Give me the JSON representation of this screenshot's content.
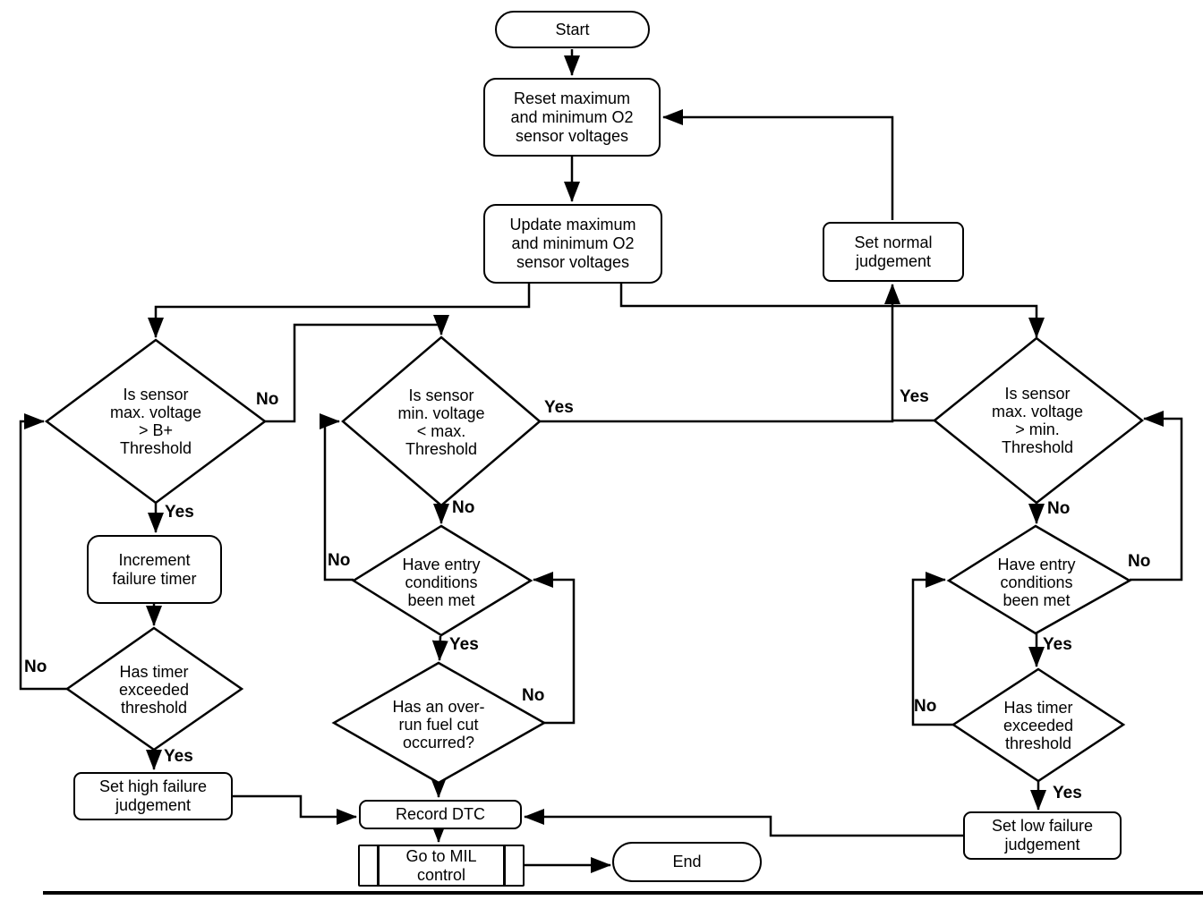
{
  "diagram": {
    "edge_labels": {
      "yes": "Yes",
      "no": "No"
    },
    "nodes": {
      "start": "Start",
      "reset": "Reset maximum\nand minimum O2\nsensor voltages",
      "update": "Update maximum\nand minimum O2\nsensor voltages",
      "set_normal": "Set normal\njudgement",
      "is_max_gt_bplus": "Is sensor\nmax. voltage\n> B+\nThreshold",
      "is_min_lt_max": "Is sensor\nmin. voltage\n< max.\nThreshold",
      "is_max_gt_min": "Is sensor\nmax. voltage\n> min.\nThreshold",
      "increment_timer": "Increment\nfailure timer",
      "has_timer_exceeded": "Has timer\nexceeded\nthreshold",
      "set_high": "Set high failure\njudgement",
      "have_entry_conditions": "Have entry\nconditions\nbeen met",
      "has_overrun": "Has an over-\nrun fuel cut\noccurred?",
      "record_dtc": "Record DTC",
      "go_mil": "Go to MIL\ncontrol",
      "end": "End",
      "set_low": "Set low failure\njudgement"
    },
    "colors": {
      "line": "#000000",
      "fill": "#ffffff"
    }
  }
}
